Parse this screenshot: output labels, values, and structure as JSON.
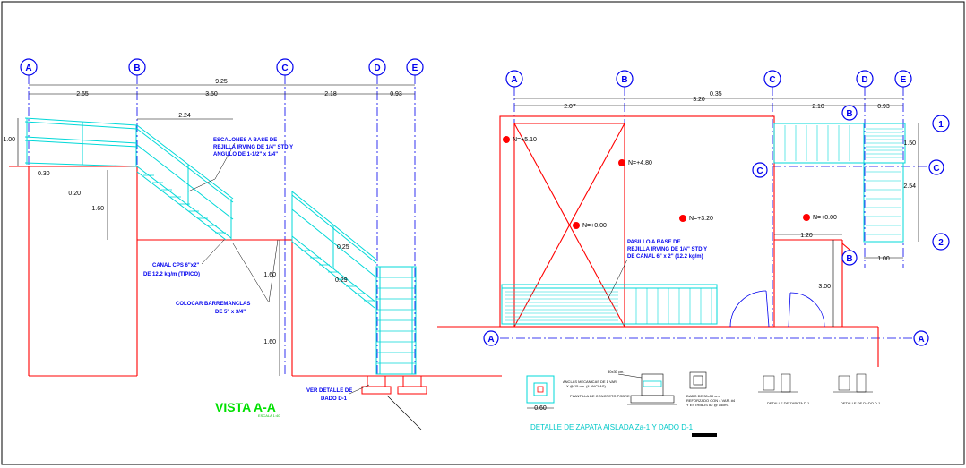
{
  "sheet": {
    "border_color": "#000000",
    "accent_red": "#ff0000",
    "accent_cyan": "#00ffff",
    "accent_blue": "#0000ee",
    "accent_green": "#00e000"
  },
  "left_view": {
    "axes": [
      "A",
      "B",
      "C",
      "D",
      "E"
    ],
    "total": "9.25",
    "spans": [
      "2.65",
      "3.50",
      "2.18",
      "0.93"
    ],
    "d224": "2.24",
    "d100": "1.00",
    "d030": "0.30",
    "d020": "0.20",
    "d160a": "1.60",
    "d160b": "1.60",
    "d160c": "1.60",
    "d025": "0.25",
    "d029": "0.29",
    "notes": {
      "esc1": "ESCALONES A BASE DE",
      "esc2": "REJILLA IRVING DE 1/4\" STD Y",
      "esc3": "ANGULO DE 1-1/2\" x 1/4\"",
      "can1": "CANAL CPS 6\"x2\"",
      "can2": "DE 12.2 kg/m (TIPICO)",
      "col1": "COLOCAR BARREMANCLAS",
      "col2": "DE 5\" x 3/4\"",
      "ver1": "VER DETALLE DE",
      "ver2": "DADO D-1"
    },
    "title": "VISTA A-A",
    "scale": "ESCALA 1:40"
  },
  "plan_view": {
    "axes_top": [
      "A",
      "B",
      "C",
      "D",
      "E"
    ],
    "top_dims": [
      "2.07",
      "3.20",
      "2.10",
      "0.93"
    ],
    "top_dim_mid": "0.35",
    "levels": [
      "N=+5.10",
      "N=+4.80",
      "N=+0.00",
      "N=+3.20",
      "N=+0.00"
    ],
    "right_axes": [
      "1",
      "C",
      "2"
    ],
    "right_dims": [
      "1.50",
      "2.54"
    ],
    "inner_axes": [
      "B",
      "C",
      "B",
      "A",
      "A"
    ],
    "dims_low": [
      "1.20",
      "1.00",
      "3.00"
    ],
    "pas1": "PASILLO A BASE DE",
    "pas2": "REJILLA IRVING DE 1/4\" STD Y",
    "pas3": "DE CANAL 6\" x 2\" (12.2 kg/m)"
  },
  "details": {
    "d060": "0.60",
    "t1": "30x30 cm.",
    "t2": "ANCLAS MECANICAS DE 1 VAR.",
    "t3": "X @ 15 cm. (4 ANCLAS)",
    "t4": "PLANTILLA DE CONCRETO POBRE",
    "t5": "DADO DE 30x30 cm.",
    "t6": "REFORZADO CON 4 VAR. #4",
    "t7": "Y ESTRIBOS #2 @ 15cm.",
    "t8": "DETALLE DE ZAPATA D-1",
    "t9": "DETALLE DE DADO D-1",
    "caption": "DETALLE DE ZAPATA AISLADA Zа-1 Y DADO D-1"
  }
}
